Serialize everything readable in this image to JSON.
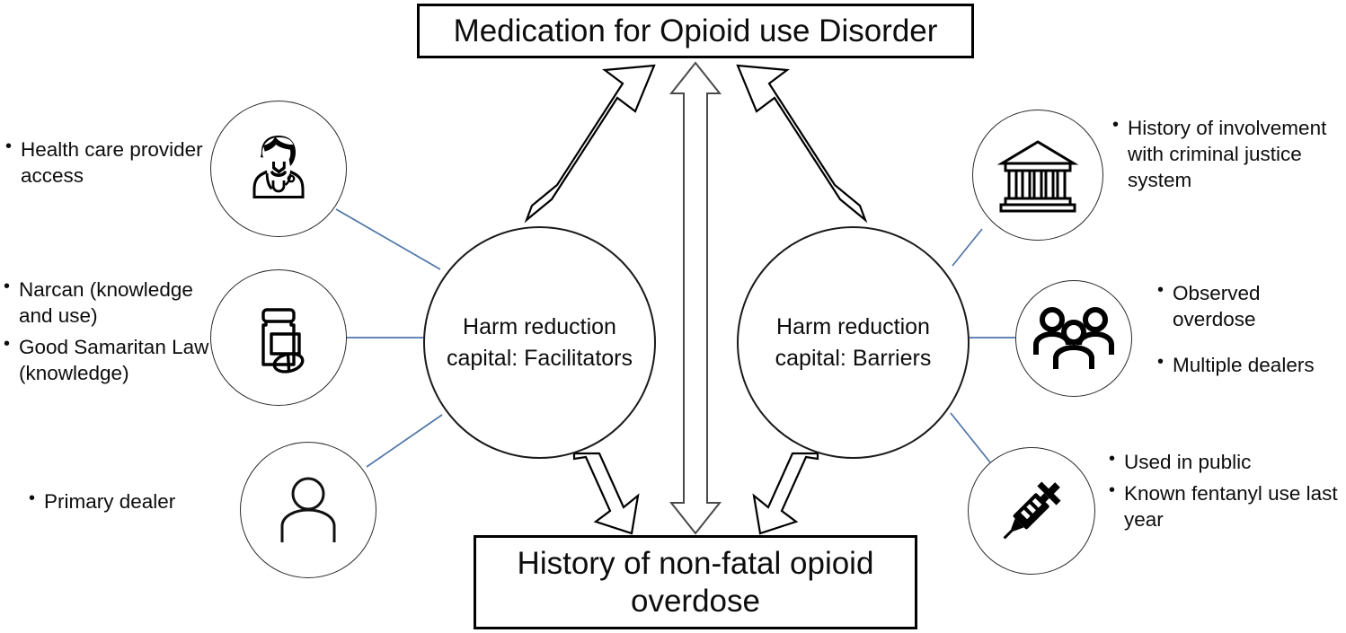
{
  "diagram": {
    "title": "Medication for Opioid use Disorder",
    "accent_line_color": "#4f76a8",
    "stroke_color": "#000000",
    "background": "#ffffff",
    "nodes": {
      "top_box": "Medication for Opioid use Disorder",
      "bottom_box": "History of non-fatal opioid overdose",
      "hub_left": "Harm reduction capital: Facilitators",
      "hub_right": "Harm reduction capital: Barriers"
    },
    "left_side": [
      {
        "icon": "doctor-icon",
        "bullets": [
          "Health care provider access"
        ]
      },
      {
        "icon": "pill-bottle-icon",
        "bullets": [
          "Narcan (knowledge and use)",
          "Good Samaritan Law (knowledge)"
        ]
      },
      {
        "icon": "person-icon",
        "bullets": [
          "Primary dealer"
        ]
      }
    ],
    "right_side": [
      {
        "icon": "courthouse-icon",
        "bullets": [
          "History of involvement with criminal justice system"
        ]
      },
      {
        "icon": "group-of-people-icon",
        "bullets": [
          "Observed overdose",
          "Multiple dealers"
        ]
      },
      {
        "icon": "syringe-icon",
        "bullets": [
          "Used in public",
          "Known fentanyl use last year"
        ]
      }
    ],
    "arrows": [
      {
        "name": "facilitators-to-moud",
        "style": "block-arrow",
        "direction": "up-right"
      },
      {
        "name": "barriers-to-moud",
        "style": "block-arrow",
        "direction": "up-left"
      },
      {
        "name": "moud-overdose-bidirectional",
        "style": "double-headed-arrow",
        "direction": "vertical"
      },
      {
        "name": "facilitators-to-overdose",
        "style": "block-arrow",
        "direction": "down-right"
      },
      {
        "name": "barriers-to-overdose",
        "style": "block-arrow",
        "direction": "down-left"
      }
    ]
  }
}
